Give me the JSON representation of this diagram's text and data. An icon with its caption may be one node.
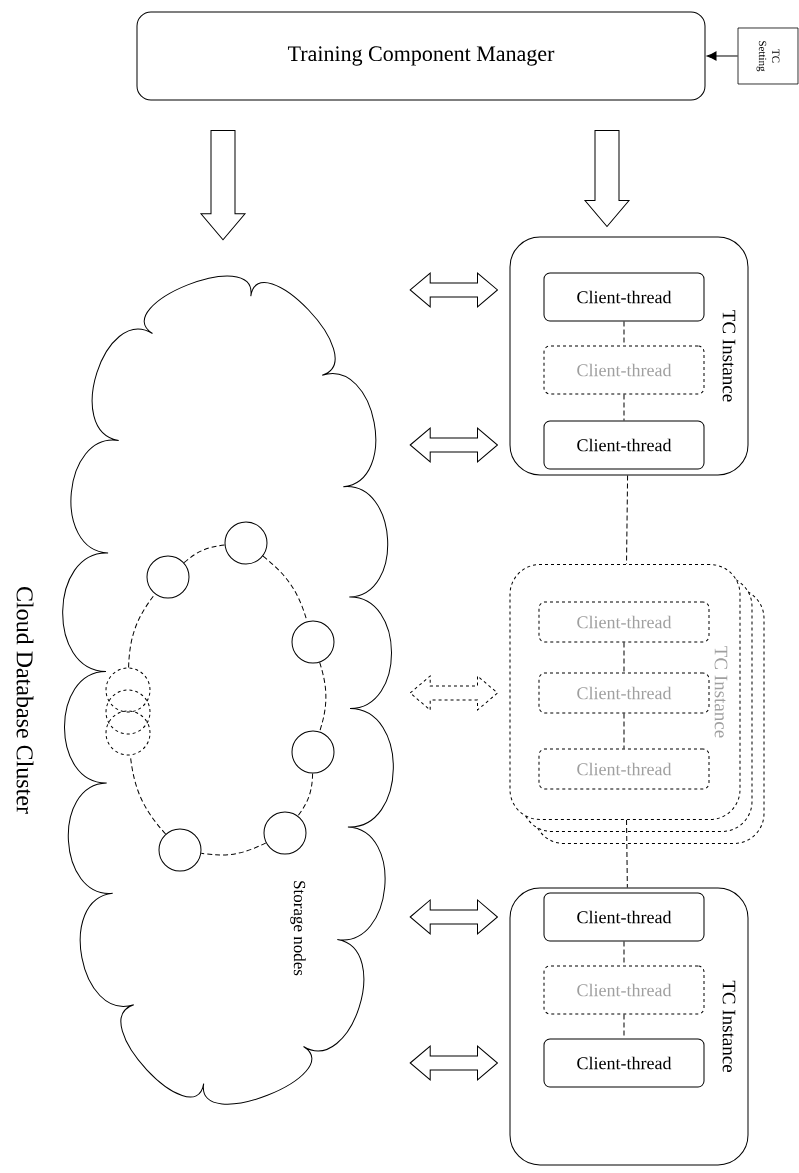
{
  "diagram": {
    "nodes": [
      {
        "text": [
          "Training Component Manager"
        ]
      },
      {
        "text": [
          "TC Setting"
        ]
      },
      {
        "text": [
          "Cloud Database Cluster",
          "Storage nodes"
        ]
      },
      {
        "text": [],
        "shape": "circle",
        "in": 2
      },
      {
        "text": [],
        "shape": "circle",
        "in": 2
      },
      {
        "text": [],
        "shape": "circle",
        "in": 2
      },
      {
        "text": [],
        "shape": "circle",
        "in": 2
      },
      {
        "text": [],
        "shape": "circle",
        "in": 2
      },
      {
        "text": [],
        "shape": "circle",
        "in": 2
      },
      {
        "text": [],
        "shape": "circle",
        "in": 2
      },
      {
        "text": [],
        "shape": "circle",
        "in": 2
      },
      {
        "text": [],
        "shape": "circle",
        "in": 2
      },
      {
        "text": [
          "TC Instance"
        ]
      },
      {
        "text": [
          "Client-thread"
        ],
        "in": 12
      },
      {
        "text": [
          "Client-thread"
        ],
        "in": 12
      },
      {
        "text": [
          "Client-thread"
        ],
        "in": 12
      },
      {
        "text": [
          "TC Instance"
        ]
      },
      {
        "text": [
          "Client-thread"
        ],
        "in": 16
      },
      {
        "text": [
          "Client-thread"
        ],
        "in": 16
      },
      {
        "text": [
          "Client-thread"
        ],
        "in": 16
      },
      {
        "text": [
          "TC Instance"
        ]
      },
      {
        "text": [
          "Client-thread"
        ],
        "in": 20
      },
      {
        "text": [
          "Client-thread"
        ],
        "in": 20
      },
      {
        "text": [
          "Client-thread"
        ],
        "in": 20
      }
    ],
    "edges": [
      {
        "from": 1,
        "to": 0,
        "arrow": "to"
      },
      {
        "from": 0,
        "to": 2,
        "arrow": "to",
        "style": "thick"
      },
      {
        "from": 0,
        "to": 12,
        "arrow": "to",
        "style": "thick"
      },
      {
        "from": 2,
        "to": 12,
        "arrow": "both",
        "style": "thick"
      },
      {
        "from": 2,
        "to": 12,
        "arrow": "both",
        "style": "thick"
      },
      {
        "from": 2,
        "to": 16,
        "arrow": "both",
        "style": "dashed"
      },
      {
        "from": 2,
        "to": 20,
        "arrow": "both",
        "style": "thick"
      },
      {
        "from": 2,
        "to": 20,
        "arrow": "both",
        "style": "thick"
      },
      {
        "from": 13,
        "to": 14,
        "arrow": "none",
        "style": "dashed"
      },
      {
        "from": 14,
        "to": 15,
        "arrow": "none",
        "style": "dashed"
      },
      {
        "from": 12,
        "to": 16,
        "arrow": "none",
        "style": "dashed"
      },
      {
        "from": 17,
        "to": 18,
        "arrow": "none",
        "style": "dashed"
      },
      {
        "from": 18,
        "to": 19,
        "arrow": "none",
        "style": "dashed"
      },
      {
        "from": 16,
        "to": 20,
        "arrow": "none",
        "style": "dashed"
      },
      {
        "from": 21,
        "to": 22,
        "arrow": "none",
        "style": "dashed"
      },
      {
        "from": 22,
        "to": 23,
        "arrow": "none",
        "style": "dashed"
      },
      {
        "from": 3,
        "to": 4,
        "arrow": "none",
        "style": "dashed"
      },
      {
        "from": 4,
        "to": 5,
        "arrow": "none",
        "style": "dashed"
      },
      {
        "from": 5,
        "to": 6,
        "arrow": "none",
        "style": "dashed"
      },
      {
        "from": 6,
        "to": 7,
        "arrow": "none",
        "style": "dashed"
      },
      {
        "from": 7,
        "to": 8,
        "arrow": "none",
        "style": "dashed"
      },
      {
        "from": 8,
        "to": 11,
        "arrow": "none",
        "style": "dashed"
      },
      {
        "from": 9,
        "to": 3,
        "arrow": "none",
        "style": "dashed"
      }
    ]
  }
}
